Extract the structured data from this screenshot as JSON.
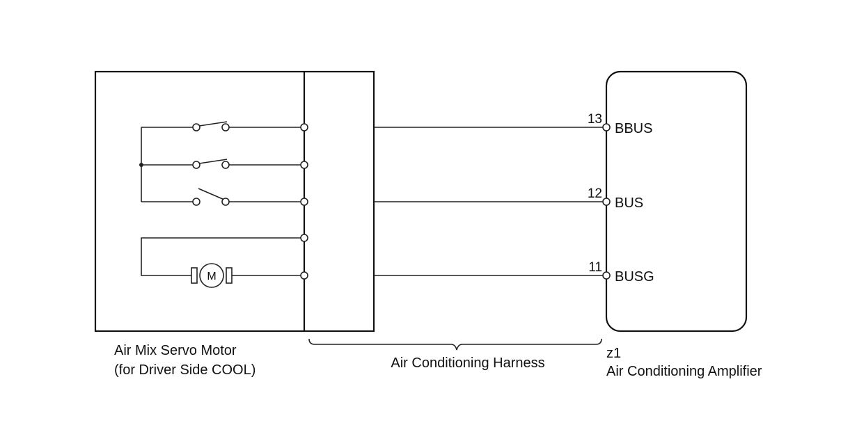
{
  "servo": {
    "name_line1": "Air Mix Servo Motor",
    "name_line2": "(for Driver Side COOL)",
    "motor_symbol": "M"
  },
  "harness": {
    "label": "Air Conditioning Harness"
  },
  "amplifier": {
    "code": "z1",
    "name": "Air Conditioning Amplifier"
  },
  "pins": [
    {
      "number": "13",
      "name": "BBUS"
    },
    {
      "number": "12",
      "name": "BUS"
    },
    {
      "number": "11",
      "name": "BUSG"
    }
  ]
}
